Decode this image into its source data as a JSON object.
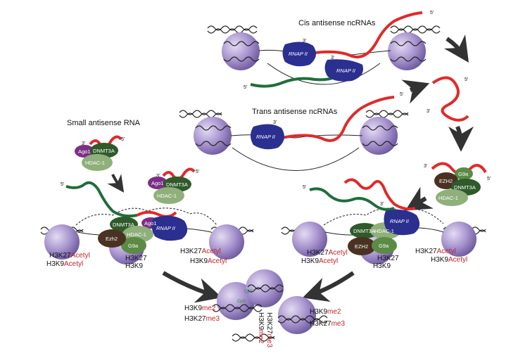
{
  "labels": {
    "cis": "Cis antisense ncRNAs",
    "trans": "Trans antisense ncRNAs",
    "small": "Small antisense RNA"
  },
  "ends": {
    "five": "5'",
    "three": "3'"
  },
  "proteins": {
    "rnap": "RNAP II",
    "ago": "Ago1",
    "dnmt": "DNMT3A",
    "hdac": "HDAC-1",
    "ezh2": "Ezh2",
    "ezh2_upper": "EZH2",
    "g9a": "G9a"
  },
  "marks": {
    "k27": "H3K27",
    "k9": "H3K9",
    "acetyl": "Acetyl",
    "me2": "me2",
    "me3": "me3",
    "cpg": "CpG"
  },
  "colors": {
    "red_rna": "#e02a2a",
    "green_rna": "#1f6e3a",
    "rnap": "#2b2f8f",
    "nucleosome": "#9a86c2",
    "ago": "#7a2f86",
    "dnmt": "#2f5a2a",
    "hdac": "#8fb07a",
    "g9a": "#5b8b44",
    "ezh2": "#4a3222",
    "mark_red": "#c0262d"
  }
}
